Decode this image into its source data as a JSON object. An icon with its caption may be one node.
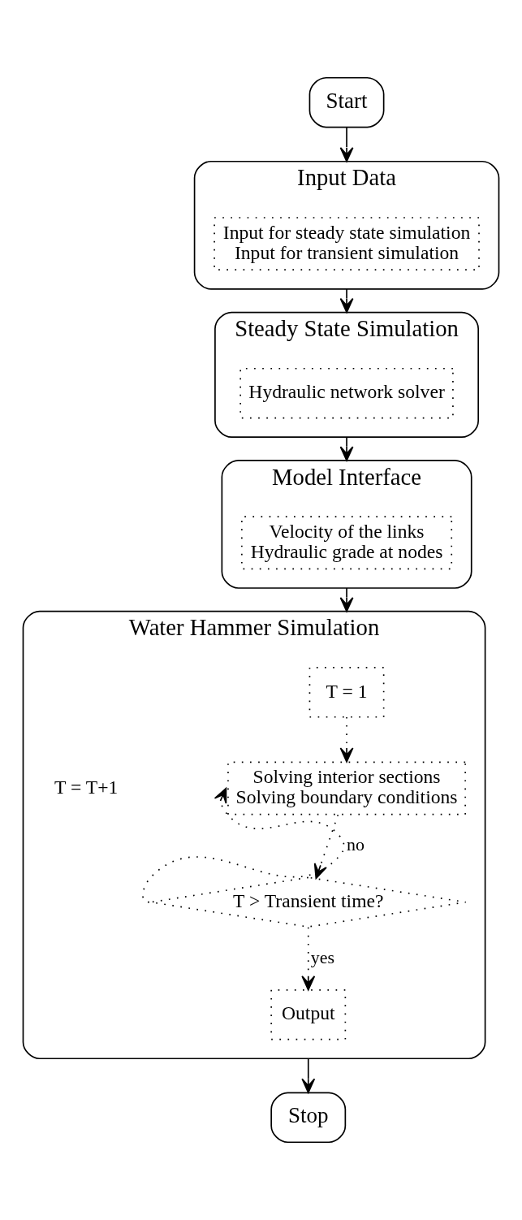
{
  "diagram": {
    "nodes": [
      {
        "text": [
          "Start"
        ]
      },
      {
        "text": [
          "Input Data"
        ]
      },
      {
        "text": [
          "Input for steady state simulation",
          "Input for transient simulation"
        ],
        "in": 1
      },
      {
        "text": [
          "Steady State Simulation"
        ]
      },
      {
        "text": [
          "Hydraulic network solver"
        ],
        "in": 3
      },
      {
        "text": [
          "Model Interface"
        ]
      },
      {
        "text": [
          "Velocity of the links",
          "Hydraulic grade at nodes"
        ],
        "in": 5
      },
      {
        "text": [
          "Water Hammer Simulation"
        ]
      },
      {
        "text": [
          "T = 1"
        ],
        "in": 7
      },
      {
        "text": [
          "Solving interior sections",
          "Solving boundary conditions"
        ],
        "in": 7
      },
      {
        "text": [
          "T > Transient time?"
        ],
        "in": 7
      },
      {
        "text": [
          "Output"
        ],
        "in": 7
      },
      {
        "text": [
          "Stop"
        ]
      }
    ],
    "edges": [
      {
        "from": 0,
        "to": 1,
        "arrow": "to"
      },
      {
        "from": 1,
        "to": 3,
        "arrow": "to"
      },
      {
        "from": 3,
        "to": 5,
        "arrow": "to"
      },
      {
        "from": 5,
        "to": 7,
        "arrow": "to"
      },
      {
        "from": 8,
        "to": 9,
        "arrow": "to",
        "style": "dashed"
      },
      {
        "from": 9,
        "to": 10,
        "arrow": "to",
        "style": "dashed"
      },
      {
        "from": 10,
        "to": 9,
        "arrow": "to",
        "style": "dashed",
        "label": "no"
      },
      {
        "from": 10,
        "to": 11,
        "arrow": "to",
        "style": "dashed",
        "label": "yes"
      },
      {
        "from": 7,
        "to": 12,
        "arrow": "to"
      }
    ],
    "labels": [
      "T = T+1"
    ]
  }
}
